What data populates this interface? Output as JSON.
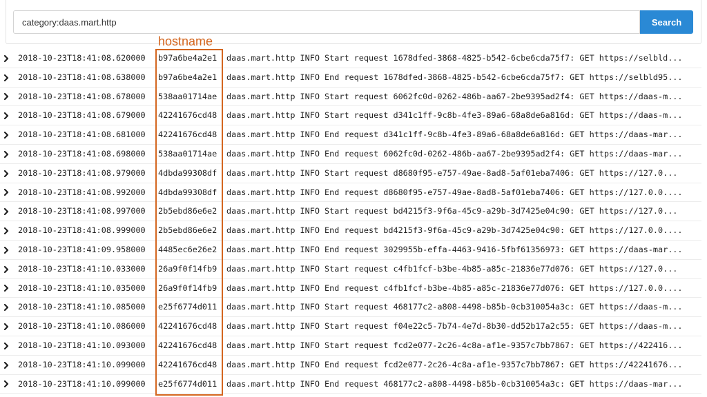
{
  "search": {
    "query": "category:daas.mart.http",
    "button_label": "Search"
  },
  "annotation": {
    "label": "hostname",
    "color": "#d4661f"
  },
  "colors": {
    "accent": "#2a89d5"
  },
  "icons": {
    "row_expand": "chevron-right-icon"
  },
  "logs": [
    {
      "timestamp": "2018-10-23T18:41:08.620000",
      "hostname": "b97a6be4a2e1",
      "message": "daas.mart.http INFO Start request 1678dfed-3868-4825-b542-6cbe6cda75f7: GET https://selbld..."
    },
    {
      "timestamp": "2018-10-23T18:41:08.638000",
      "hostname": "b97a6be4a2e1",
      "message": "daas.mart.http INFO End request 1678dfed-3868-4825-b542-6cbe6cda75f7: GET https://selbld95..."
    },
    {
      "timestamp": "2018-10-23T18:41:08.678000",
      "hostname": "538aa01714ae",
      "message": "daas.mart.http INFO Start request 6062fc0d-0262-486b-aa67-2be9395ad2f4: GET https://daas-m..."
    },
    {
      "timestamp": "2018-10-23T18:41:08.679000",
      "hostname": "42241676cd48",
      "message": "daas.mart.http INFO Start request d341c1ff-9c8b-4fe3-89a6-68a8de6a816d: GET https://daas-m..."
    },
    {
      "timestamp": "2018-10-23T18:41:08.681000",
      "hostname": "42241676cd48",
      "message": "daas.mart.http INFO End request d341c1ff-9c8b-4fe3-89a6-68a8de6a816d: GET https://daas-mar..."
    },
    {
      "timestamp": "2018-10-23T18:41:08.698000",
      "hostname": "538aa01714ae",
      "message": "daas.mart.http INFO End request 6062fc0d-0262-486b-aa67-2be9395ad2f4: GET https://daas-mar..."
    },
    {
      "timestamp": "2018-10-23T18:41:08.979000",
      "hostname": "4dbda99308df",
      "message": "daas.mart.http INFO Start request d8680f95-e757-49ae-8ad8-5af01eba7406: GET https://127.0..."
    },
    {
      "timestamp": "2018-10-23T18:41:08.992000",
      "hostname": "4dbda99308df",
      "message": "daas.mart.http INFO End request d8680f95-e757-49ae-8ad8-5af01eba7406: GET https://127.0.0...."
    },
    {
      "timestamp": "2018-10-23T18:41:08.997000",
      "hostname": "2b5ebd86e6e2",
      "message": "daas.mart.http INFO Start request bd4215f3-9f6a-45c9-a29b-3d7425e04c90: GET https://127.0..."
    },
    {
      "timestamp": "2018-10-23T18:41:08.999000",
      "hostname": "2b5ebd86e6e2",
      "message": "daas.mart.http INFO End request bd4215f3-9f6a-45c9-a29b-3d7425e04c90: GET https://127.0.0...."
    },
    {
      "timestamp": "2018-10-23T18:41:09.958000",
      "hostname": "4485ec6e26e2",
      "message": "daas.mart.http INFO End request 3029955b-effa-4463-9416-5fbf61356973: GET https://daas-mar..."
    },
    {
      "timestamp": "2018-10-23T18:41:10.033000",
      "hostname": "26a9f0f14fb9",
      "message": "daas.mart.http INFO Start request c4fb1fcf-b3be-4b85-a85c-21836e77d076: GET https://127.0..."
    },
    {
      "timestamp": "2018-10-23T18:41:10.035000",
      "hostname": "26a9f0f14fb9",
      "message": "daas.mart.http INFO End request c4fb1fcf-b3be-4b85-a85c-21836e77d076: GET https://127.0.0...."
    },
    {
      "timestamp": "2018-10-23T18:41:10.085000",
      "hostname": "e25f6774d011",
      "message": "daas.mart.http INFO Start request 468177c2-a808-4498-b85b-0cb310054a3c: GET https://daas-m..."
    },
    {
      "timestamp": "2018-10-23T18:41:10.086000",
      "hostname": "42241676cd48",
      "message": "daas.mart.http INFO Start request f04e22c5-7b74-4e7d-8b30-dd52b17a2c55: GET https://daas-m..."
    },
    {
      "timestamp": "2018-10-23T18:41:10.093000",
      "hostname": "42241676cd48",
      "message": "daas.mart.http INFO Start request fcd2e077-2c26-4c8a-af1e-9357c7bb7867: GET https://422416..."
    },
    {
      "timestamp": "2018-10-23T18:41:10.099000",
      "hostname": "42241676cd48",
      "message": "daas.mart.http INFO End request fcd2e077-2c26-4c8a-af1e-9357c7bb7867: GET https://42241676..."
    },
    {
      "timestamp": "2018-10-23T18:41:10.099000",
      "hostname": "e25f6774d011",
      "message": "daas.mart.http INFO End request 468177c2-a808-4498-b85b-0cb310054a3c: GET https://daas-mar..."
    }
  ]
}
